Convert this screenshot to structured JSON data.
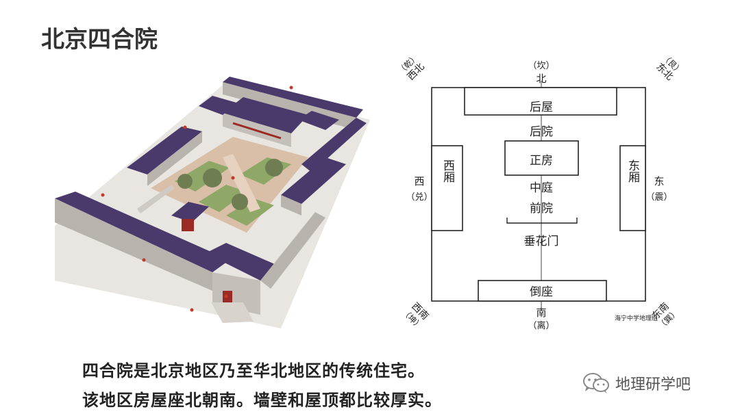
{
  "page": {
    "title": "北京四合院"
  },
  "diagram": {
    "directions": {
      "north": "北",
      "north_sub": "（坎）",
      "south": "南",
      "south_sub": "（离）",
      "east": "东",
      "east_sub": "（震）",
      "west": "西",
      "west_sub": "（兑）",
      "northwest": "西北",
      "northwest_sub": "（乾）",
      "northeast": "东北",
      "northeast_sub": "（艮）",
      "southwest": "西南",
      "southwest_sub": "（坤）",
      "southeast": "东南",
      "southeast_sub": "（巽）"
    },
    "rooms": {
      "back_house": "后屋",
      "back_yard": "后院",
      "main_house": "正房",
      "west_wing": "西厢",
      "east_wing": "东厢",
      "central_court": "中庭",
      "front_yard": "前院",
      "hanging_flower_gate": "垂花门",
      "reverse_house": "倒座"
    },
    "watermark": "海宁中学地理组"
  },
  "captions": {
    "line1": "四合院是北京地区乃至华北地区的传统住宅。",
    "line2": "该地区房屋座北朝南。墙壁和屋顶都比较厚实。"
  },
  "branding": {
    "label": "地理研学吧",
    "icon": "wechat-icon"
  },
  "colors": {
    "roof": "#4a3a6b",
    "wall": "#b8b3ad",
    "courtyard": "#d9bfa8",
    "grass": "#8fa868",
    "door": "#9b2a25"
  }
}
